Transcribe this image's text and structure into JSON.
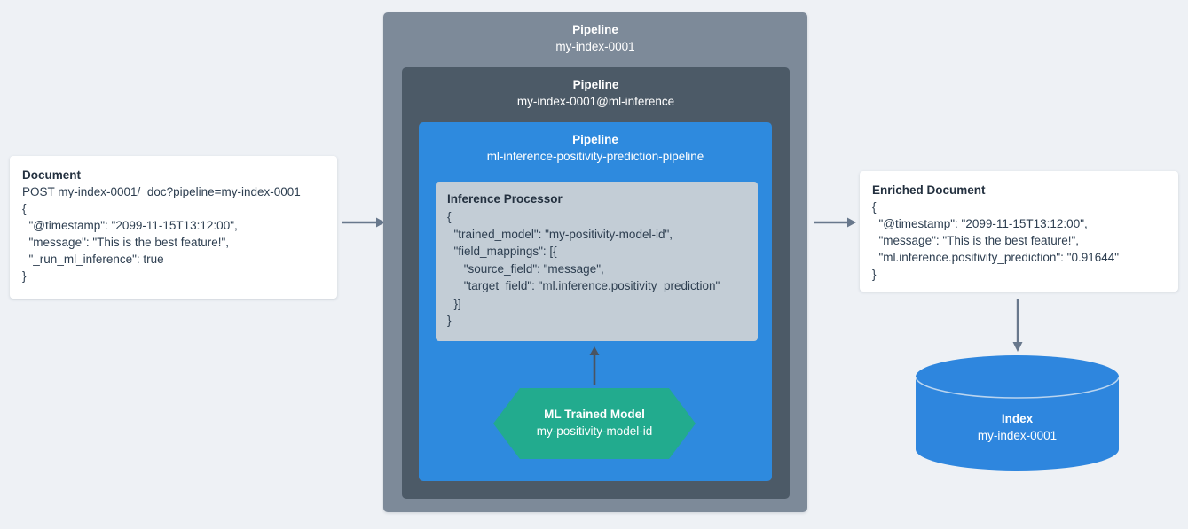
{
  "colors": {
    "background": "#eef1f5",
    "pipeline_outer": "#7d8a99",
    "pipeline_middle": "#4c5a67",
    "pipeline_inner": "#2e8ade",
    "processor_card": "#c3cdd6",
    "ml_model_hexagon": "#22ab8e",
    "index_cylinder": "#2e86de",
    "arrow_gray": "#68788c",
    "arrow_dark": "#4a5462",
    "card_background": "#ffffff",
    "text_dark": "#2d3e50",
    "text_light": "#ffffff"
  },
  "document_card": {
    "title": "Document",
    "lines": [
      "POST my-index-0001/_doc?pipeline=my-index-0001",
      "{",
      "  \"@timestamp\": \"2099-11-15T13:12:00\",",
      "  \"message\": \"This is the best feature!\",",
      "  \"_run_ml_inference\": true",
      "}"
    ]
  },
  "pipeline_outer": {
    "kind": "Pipeline",
    "name": "my-index-0001"
  },
  "pipeline_middle": {
    "kind": "Pipeline",
    "name": "my-index-0001@ml-inference"
  },
  "pipeline_inner": {
    "kind": "Pipeline",
    "name": "ml-inference-positivity-prediction-pipeline"
  },
  "inference_processor": {
    "title": "Inference Processor",
    "lines": [
      "{",
      "  \"trained_model\": \"my-positivity-model-id\",",
      "  \"field_mappings\": [{",
      "     \"source_field\": \"message\",",
      "     \"target_field\": \"ml.inference.positivity_prediction\"",
      "  }]",
      "}"
    ]
  },
  "ml_trained_model": {
    "title": "ML Trained Model",
    "name": "my-positivity-model-id"
  },
  "enriched_document": {
    "title": "Enriched Document",
    "lines": [
      "{",
      "  \"@timestamp\": \"2099-11-15T13:12:00\",",
      "  \"message\": \"This is the best feature!\",",
      "  \"ml.inference.positivity_prediction\": \"0.91644\"",
      "}"
    ]
  },
  "index": {
    "title": "Index",
    "name": "my-index-0001"
  },
  "arrows": {
    "document_to_pipeline": "arrow-right-icon",
    "pipeline_to_enriched": "arrow-right-icon",
    "model_to_processor": "arrow-up-icon",
    "enriched_to_index": "arrow-down-icon"
  }
}
